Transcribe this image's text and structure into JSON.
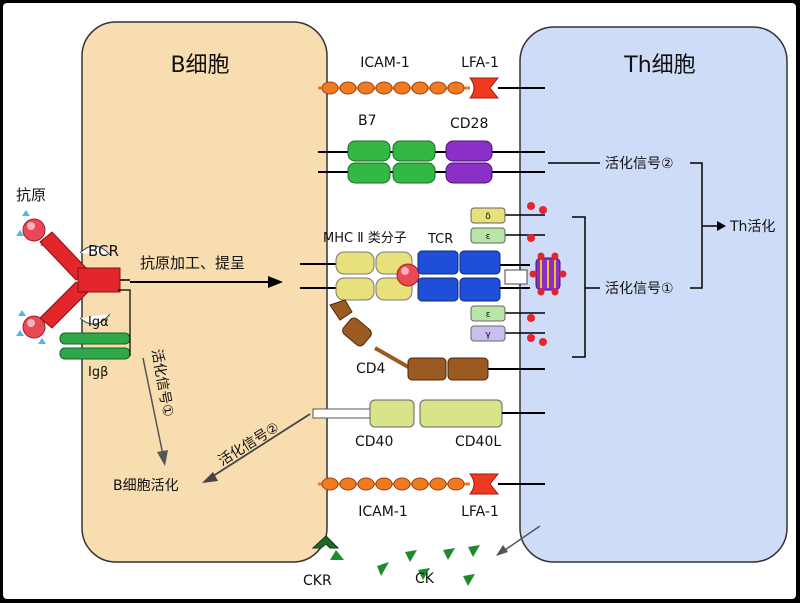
{
  "cells": {
    "b_cell": "B细胞",
    "th_cell": "Th细胞"
  },
  "labels": {
    "antigen": "抗原",
    "bcr": "BCR",
    "ig_alpha": "Igα",
    "ig_beta": "Igβ",
    "processing": "抗原加工、提呈",
    "icam1_top": "ICAM-1",
    "lfa1_top": "LFA-1",
    "b7": "B7",
    "cd28": "CD28",
    "mhc2": "MHC Ⅱ 类分子",
    "tcr": "TCR",
    "cd4": "CD4",
    "cd40": "CD40",
    "cd40l": "CD40L",
    "icam1_bottom": "ICAM-1",
    "lfa1_bottom": "LFA-1",
    "ckr": "CKR",
    "ck": "CK",
    "b_activation": "B细胞活化",
    "b_signal1": "活化信号①",
    "b_signal2": "活化信号②",
    "th_signal2": "活化信号②",
    "th_signal1": "活化信号①",
    "th_activation": "Th活化",
    "cd3_small_top1": "δ",
    "cd3_small_top2": "ε",
    "cd3_small_bot1": "ε",
    "cd3_small_bot2": "γ"
  },
  "colors": {
    "b_cell_fill": "#f8ddb0",
    "th_cell_fill": "#cfdcf7",
    "icam_chain": "#f07a20",
    "lfa_head": "#ee3b20",
    "b7": "#33b845",
    "cd28": "#8b2fc9",
    "mhc": "#e8e07a",
    "tcr": "#1f4fd8",
    "cd4": "#9a5a22",
    "cd40": "#d8e38a",
    "bcr": "#e3262b",
    "ig": "#2fa84a",
    "ck": "#1f8a2a"
  }
}
